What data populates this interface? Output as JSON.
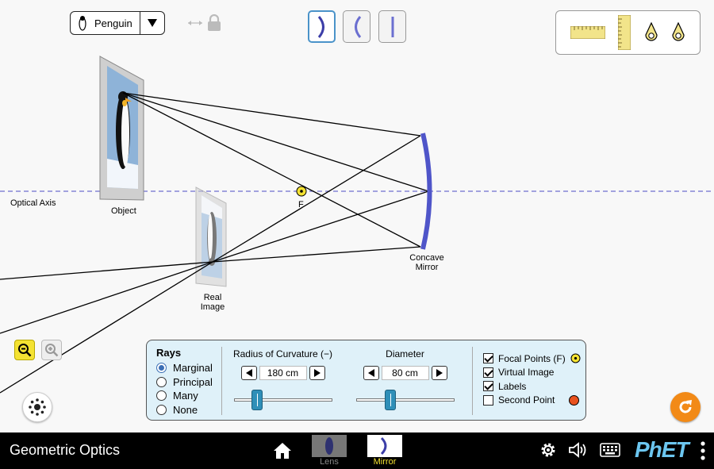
{
  "object_selector": {
    "value": "Penguin"
  },
  "stage": {
    "optical_axis_label": "Optical Axis",
    "object_label": "Object",
    "focal_label": "F",
    "mirror_label_line1": "Concave",
    "mirror_label_line2": "Mirror",
    "image_label_line1": "Real",
    "image_label_line2": "Image"
  },
  "controls": {
    "rays_title": "Rays",
    "ray_options": [
      "Marginal",
      "Principal",
      "Many",
      "None"
    ],
    "ray_selected": "Marginal",
    "radius": {
      "title": "Radius of Curvature (−)",
      "value": "180 cm",
      "slider_fraction": 0.2
    },
    "diameter": {
      "title": "Diameter",
      "value": "80 cm",
      "slider_fraction": 0.33
    },
    "checkboxes": [
      {
        "label": "Focal Points (F)",
        "checked": true
      },
      {
        "label": "Virtual Image",
        "checked": true
      },
      {
        "label": "Labels",
        "checked": true
      },
      {
        "label": "Second Point",
        "checked": false
      }
    ]
  },
  "navbar": {
    "title": "Geometric Optics",
    "screens": [
      {
        "label": "Lens",
        "selected": false
      },
      {
        "label": "Mirror",
        "selected": true
      }
    ],
    "logo": "PhET"
  },
  "colors": {
    "mirror": "#4f55c9",
    "optical_axis": "#6f6fcf",
    "focal_point": "#f4e232",
    "second_point": "#e8521e",
    "panel_bg": "#dff1f9",
    "selected_screen": "#f4e232",
    "reset": "#f28a17"
  },
  "icons": {
    "dropdown": "triangle-down-icon",
    "lock": "lock-icon",
    "ruler": "ruler-icon",
    "light": "sun-icon",
    "reset": "refresh-icon",
    "home": "home-icon",
    "settings": "gear-icon",
    "sound": "speaker-icon",
    "keyboard": "keyboard-icon",
    "menu": "kebab-menu-icon"
  }
}
